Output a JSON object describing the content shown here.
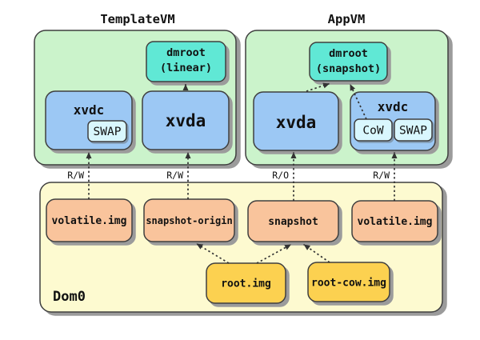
{
  "diagram": {
    "titles": {
      "template_vm": "TemplateVM",
      "app_vm": "AppVM"
    },
    "template_vm": {
      "dmroot_line1": "dmroot",
      "dmroot_line2": "(linear)",
      "xvdc": "xvdc",
      "swap": "SWAP",
      "xvda": "xvda"
    },
    "app_vm": {
      "dmroot_line1": "dmroot",
      "dmroot_line2": "(snapshot)",
      "xvda": "xvda",
      "xvdc": "xvdc",
      "cow": "CoW",
      "swap": "SWAP"
    },
    "dom0": {
      "label": "Dom0",
      "volatile_left": "volatile.img",
      "snapshot_origin": "snapshot-origin",
      "snapshot": "snapshot",
      "volatile_right": "volatile.img",
      "root": "root.img",
      "root_cow": "root-cow.img"
    },
    "access_labels": {
      "template_xvdc": "R/W",
      "template_xvda": "R/W",
      "app_xvda": "R/O",
      "app_xvdc": "R/W"
    },
    "colors": {
      "vm_fill": "#cbf3cb",
      "dom0_fill": "#fdfad0",
      "disk_fill": "#9cc8f4",
      "dmroot_fill": "#60e8d5",
      "inner_fill": "#d9f7fe",
      "img_fill": "#f9c49c",
      "root_fill": "#fcd150",
      "shadow": "#9b9b9b",
      "border": "#3f3f3f",
      "arrow": "#333333"
    }
  }
}
